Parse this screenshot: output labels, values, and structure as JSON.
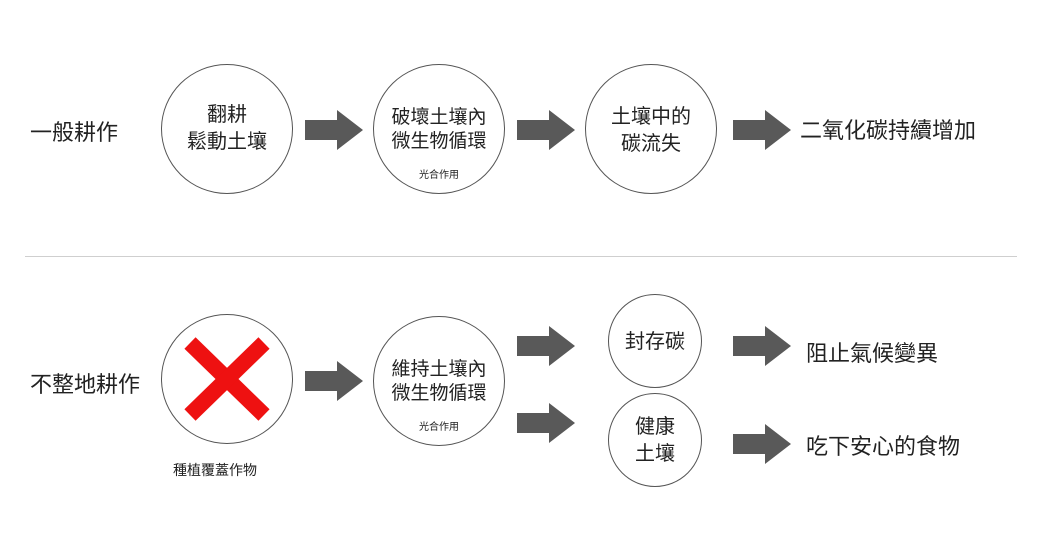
{
  "colors": {
    "arrow": "#595959",
    "cross": "#ee1111",
    "circle_border": "#555555",
    "divider": "#cfcfcf"
  },
  "row1": {
    "label": "一般耕作",
    "nodes": [
      {
        "text": "翻耕\n鬆動土壤"
      },
      {
        "text": "破壞土壤內\n微生物循環",
        "sub": "光合作用"
      },
      {
        "text": "土壤中的\n碳流失"
      }
    ],
    "result": "二氧化碳持續增加"
  },
  "row2": {
    "label": "不整地耕作",
    "cross_icon": "x-mark",
    "caption": "種植覆蓋作物",
    "middle": {
      "text": "維持土壤內\n微生物循環",
      "sub": "光合作用"
    },
    "branch_top": {
      "text": "封存碳",
      "result": "阻止氣候變異"
    },
    "branch_bottom": {
      "text": "健康\n土壤",
      "result": "吃下安心的食物"
    }
  }
}
